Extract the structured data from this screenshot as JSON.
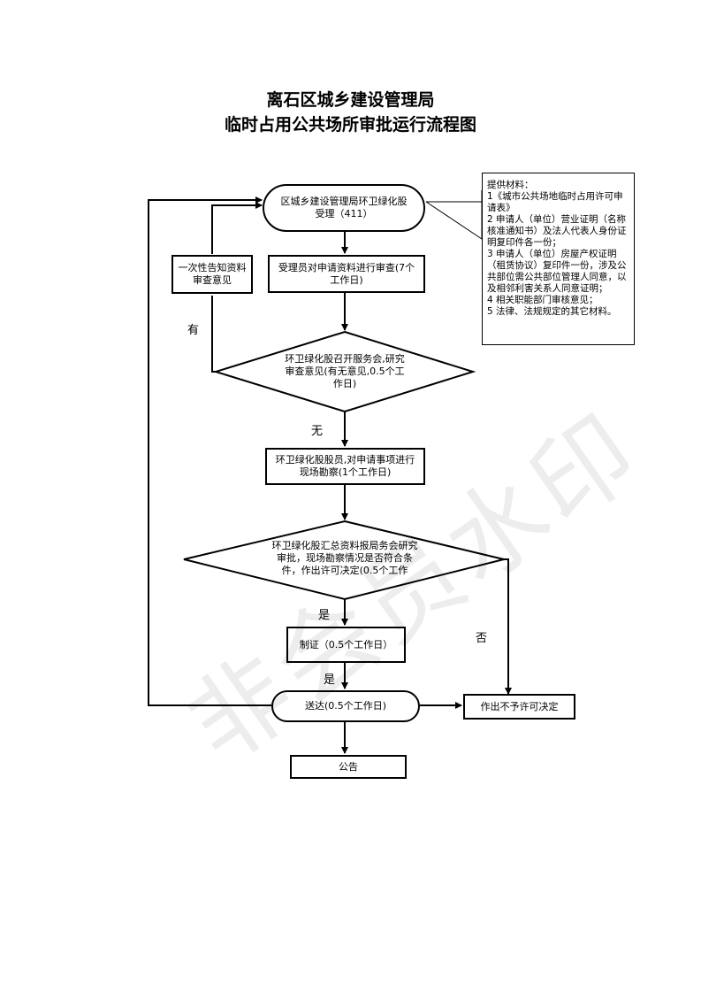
{
  "title_line1": "离石区城乡建设管理局",
  "title_line2": "临时占用公共场所审批运行流程图",
  "nodes": {
    "accept": "区城乡建设管理局环卫绿化股受理（411）",
    "review": "受理员对申请资料进行审查(7个工作日)",
    "notify": "一次性告知资料审查意见",
    "meeting": "环卫绿化股召开服务会,研究审查意见(有无意见,0.5个工作日)",
    "survey": "环卫绿化股股员,对申请事项进行现场勘察(1个工作日)",
    "decision": "环卫绿化股汇总资料报局务会研究审批，现场勘察情况是否符合条件，作出许可决定(0.5个工作",
    "certify": "制证（0.5个工作日）",
    "deliver": "送达(0.5个工作日)",
    "reject": "作出不予许可决定",
    "announce": "公告"
  },
  "edge_labels": {
    "has": "有",
    "none": "无",
    "yes1": "是",
    "yes2": "是",
    "no": "否"
  },
  "materials": {
    "heading": "提供材料：",
    "items": [
      "1《城市公共场地临时占用许可申请表》",
      "2 申请人（单位）营业证明（名称核准通知书）及法人代表人身份证明复印件各一份；",
      "3 申请人（单位）房屋产权证明（租赁协议）复印件一份，涉及公共部位需公共部位管理人同意，以及相邻利害关系人同意证明；",
      "4 相关职能部门审核意见；",
      "5 法律、法规规定的其它材料。"
    ]
  },
  "watermark": "非会员水印"
}
